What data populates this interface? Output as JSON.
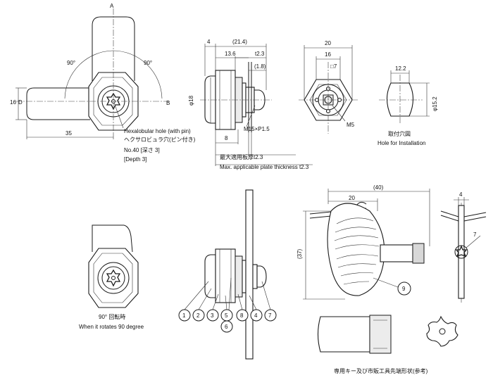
{
  "top_left_view": {
    "axis_a": "A",
    "axis_b": "B",
    "axis_d": "D",
    "angle_left": "90°",
    "angle_right": "90°",
    "dim_height": "16",
    "dim_length": "35",
    "hex_label_en": "Hexalobular hole (with pin)",
    "hex_label_jp": "ヘクサロビュラ穴(ピン付き)",
    "hex_no": "No.40 [深さ 3]",
    "hex_depth": "[Depth 3]"
  },
  "side_view": {
    "dim_4": "4",
    "dim_21_4": "(21.4)",
    "dim_13_6": "13.6",
    "dim_t2_3": "t2.3",
    "dim_1_8": "(1.8)",
    "dim_phi18": "φ18",
    "dim_8": "8",
    "thread": "M15×P1.5",
    "plate_jp": "最大適用板厚t2.3",
    "plate_en": "Max. applicable plate thickness t2.3"
  },
  "front_view": {
    "dim_20": "20",
    "dim_square": "□7",
    "thread_m5": "M5"
  },
  "hole_view": {
    "dim_12_2": "12.2",
    "dim_phi15_2": "φ15.2",
    "title_jp": "取付穴図",
    "title_en": "Hole for Installation"
  },
  "rotated_view": {
    "title_jp": "90° 回転時",
    "title_en": "When it rotates 90 degree"
  },
  "parts": {
    "labels": [
      "1",
      "2",
      "3",
      "5",
      "6",
      "8",
      "4",
      "7"
    ]
  },
  "key_view": {
    "dim_40": "(40)",
    "dim_20": "20",
    "dim_37": "(37)",
    "dim_4": "4",
    "dim_7": "7",
    "part_9": "9",
    "caption": "専用キー及び市販工具先端形状(参考)"
  }
}
